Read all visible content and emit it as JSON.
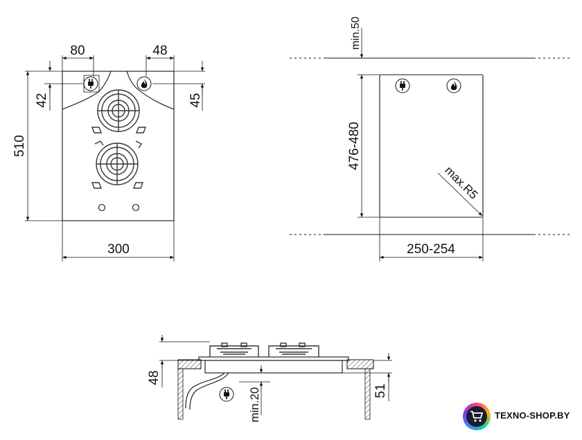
{
  "top_view": {
    "width": "300",
    "height": "510",
    "left_offset": "80",
    "right_offset": "48",
    "left_drop": "42",
    "right_drop": "45"
  },
  "cutout_view": {
    "min_clearance": "min.50",
    "height": "476-480",
    "width": "250-254",
    "corner_radius": "max.R5"
  },
  "side_view": {
    "height": "48",
    "depth": "51",
    "min_below": "min.20"
  },
  "brand": {
    "name": "TEXNO-SHOP.BY"
  },
  "icons": {
    "plug": "electric-plug-icon",
    "flame": "gas-flame-icon"
  },
  "colors": {
    "line": "#111111",
    "hatch": "#555555"
  }
}
